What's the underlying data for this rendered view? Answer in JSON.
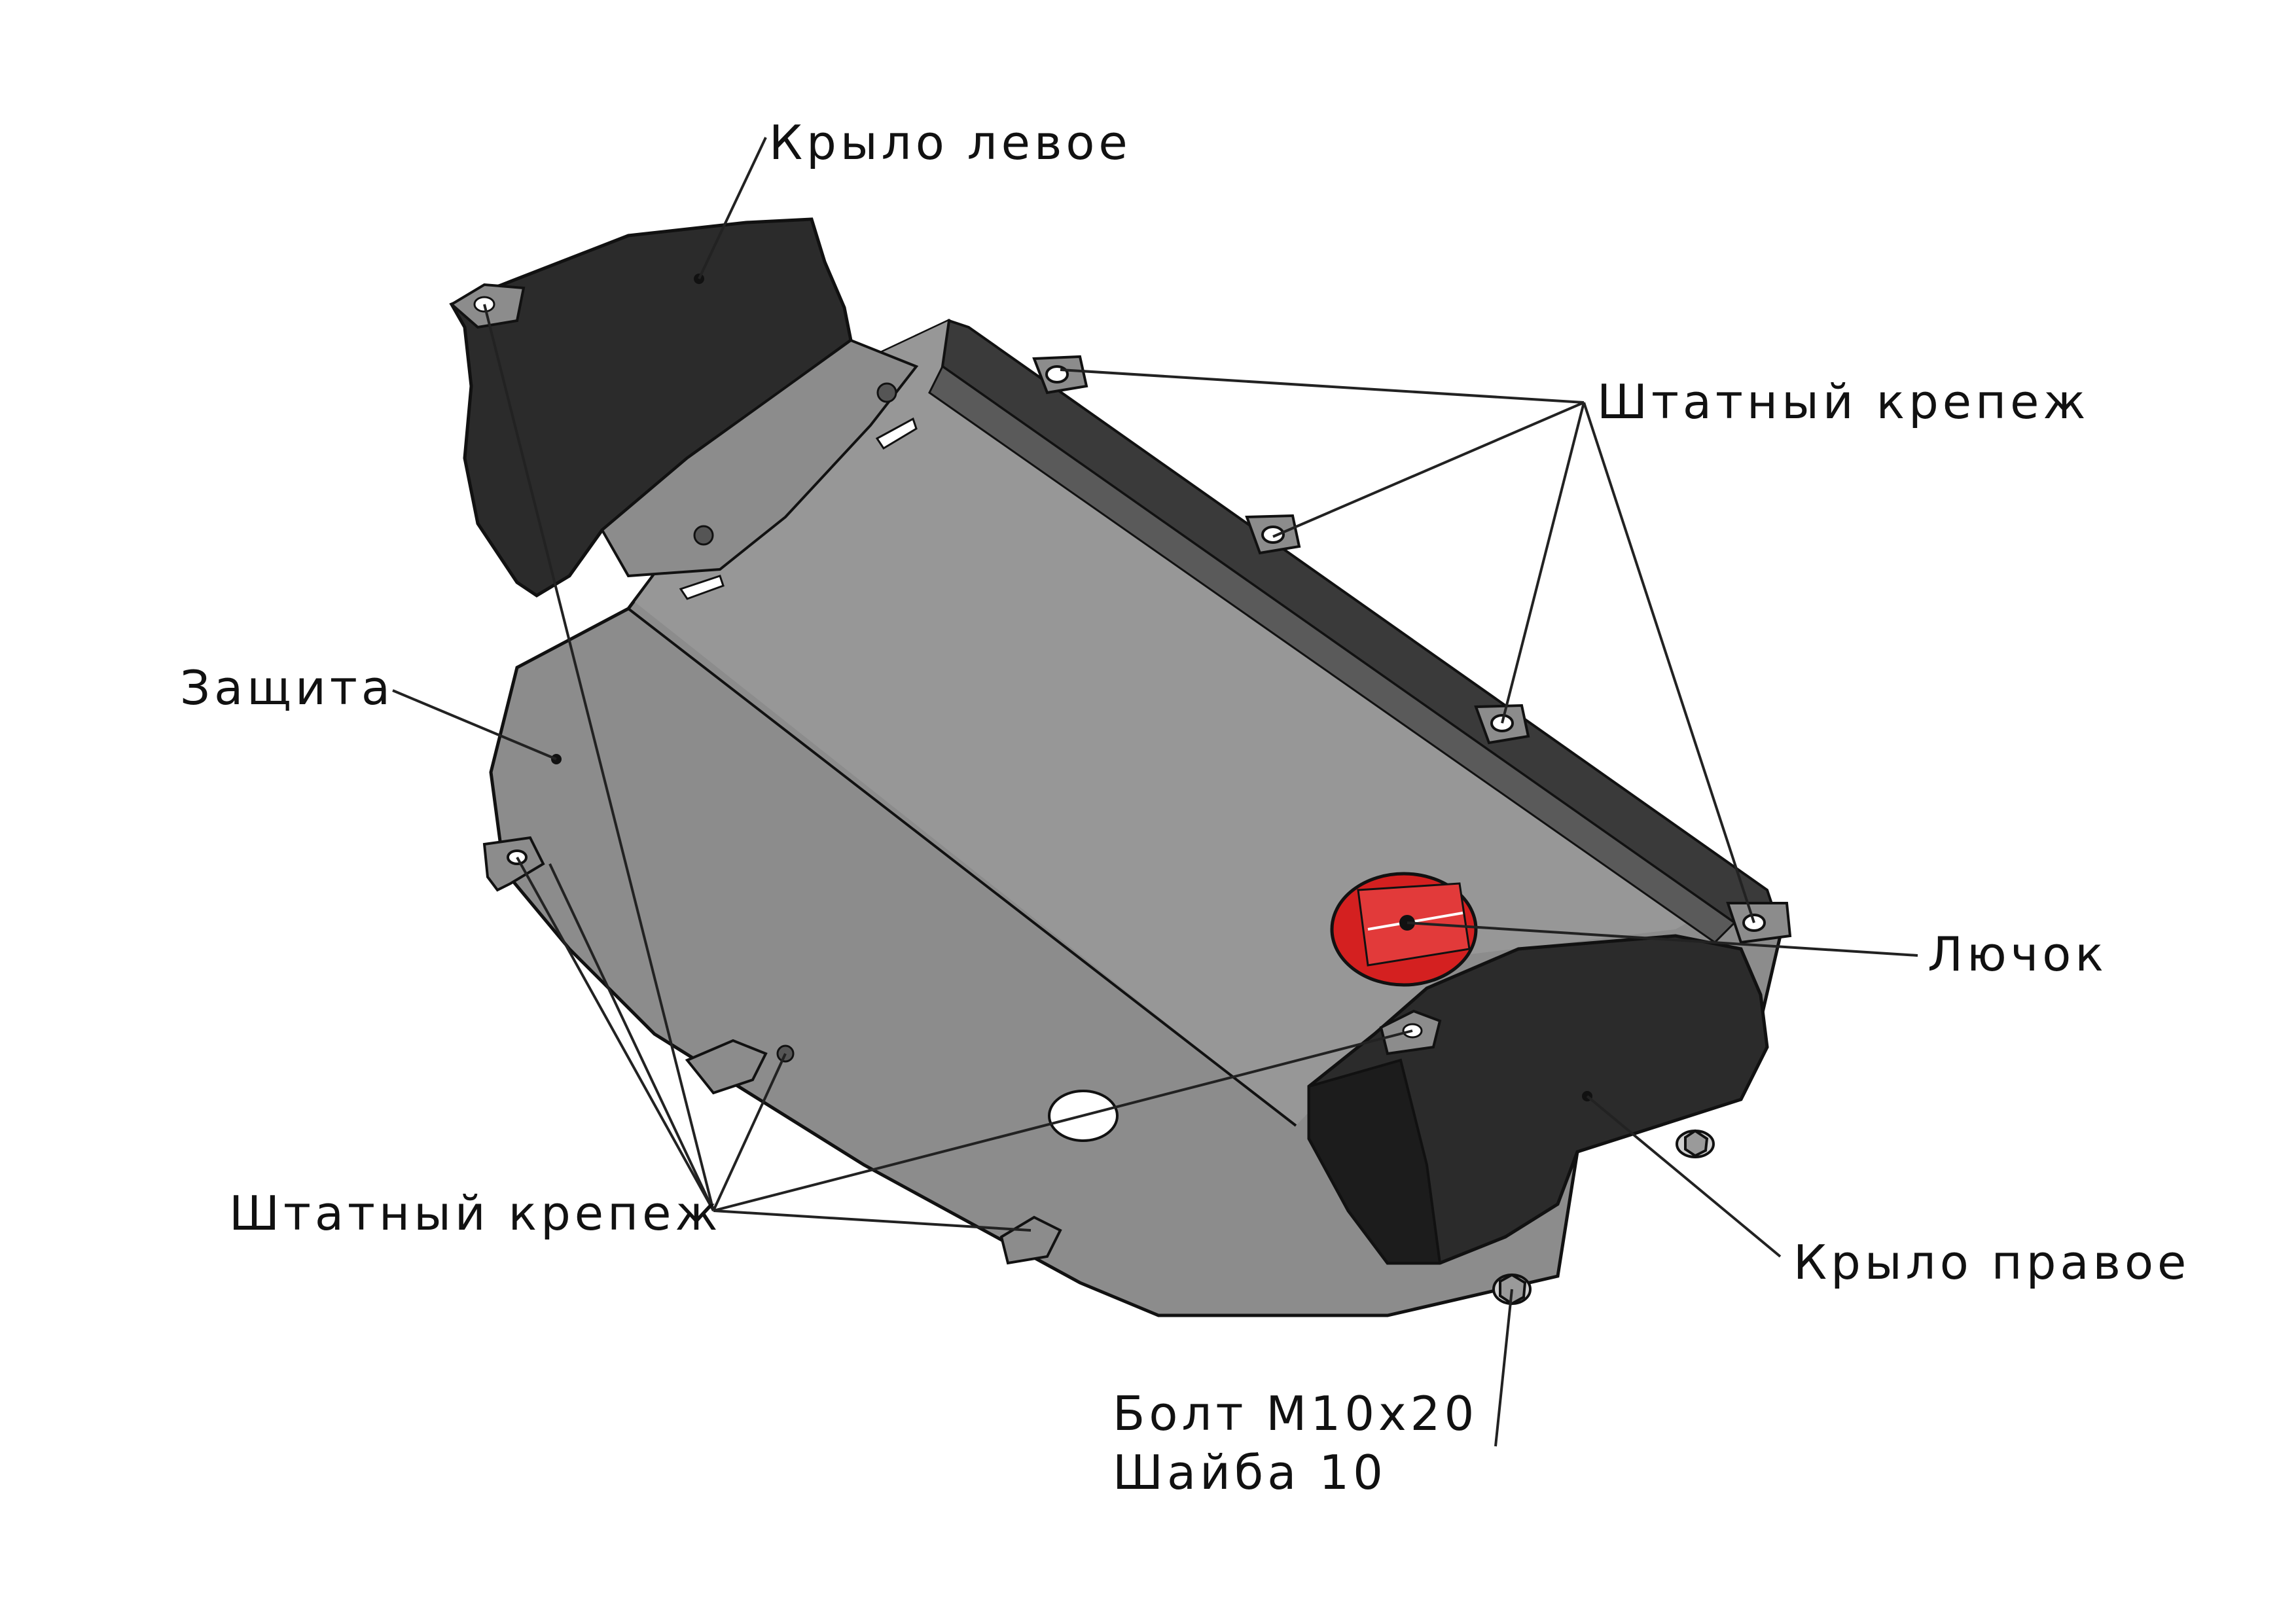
{
  "labels": {
    "wing_left": "Крыло левое",
    "standard_fastener_top": "Штатный крепеж",
    "guard": "Защита",
    "hatch": "Лючок",
    "standard_fastener_bottom": "Штатный крепеж",
    "wing_right": "Крыло правое",
    "bolt": "Болт М10х20",
    "washer": "Шайба 10"
  },
  "colors": {
    "guard_plate": "#8c8c8c",
    "guard_plate_light": "#9a9a9a",
    "wing": "#2b2b2b",
    "rail": "#3a3a3a",
    "hatch": "#d42020",
    "outline": "#111111",
    "leader": "#222222"
  }
}
